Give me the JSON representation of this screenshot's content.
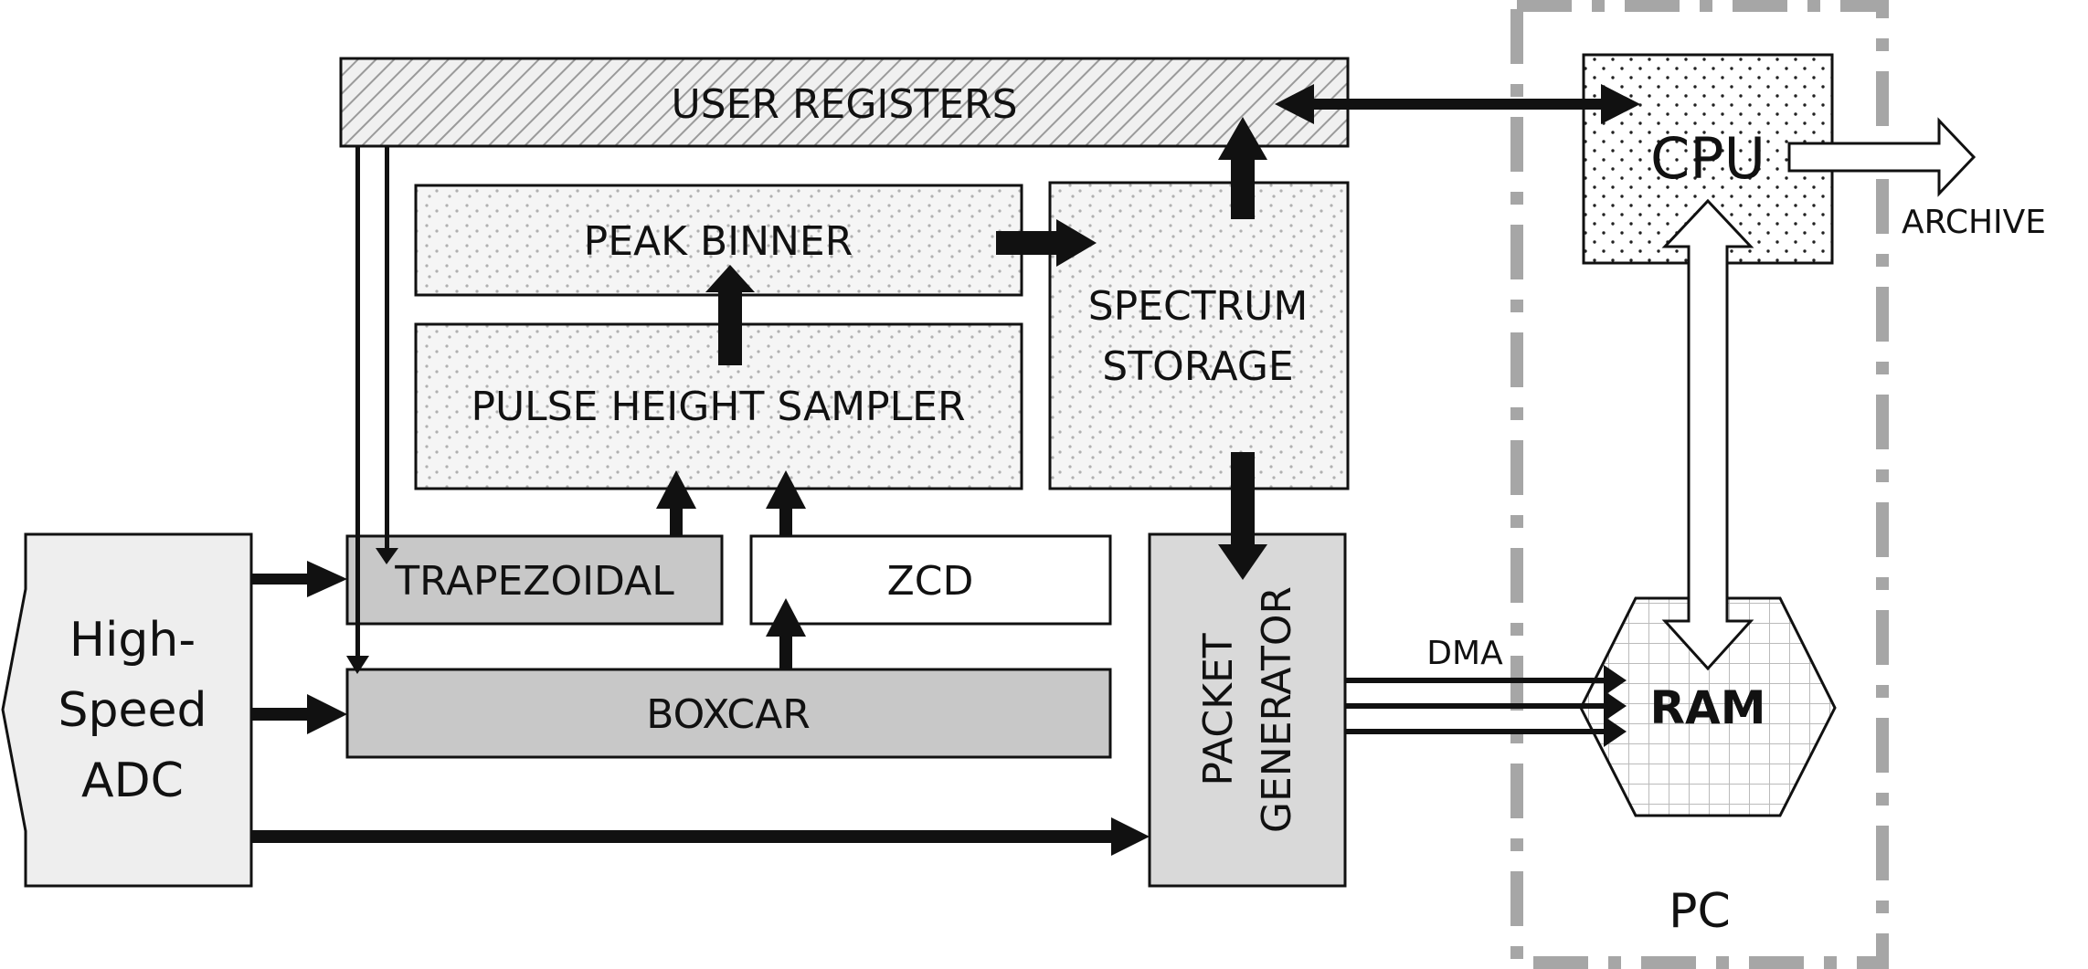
{
  "diagram": {
    "blocks": {
      "user_registers": "USER REGISTERS",
      "peak_binner": "PEAK BINNER",
      "pulse_height_sampler": "PULSE HEIGHT SAMPLER",
      "spectrum_storage_line1": "SPECTRUM",
      "spectrum_storage_line2": "STORAGE",
      "trapezoidal": "TRAPEZOIDAL",
      "zcd": "ZCD",
      "boxcar": "BOXCAR",
      "packet_generator_line1": "PACKET",
      "packet_generator_line2": "GENERATOR",
      "adc_line1": "High-",
      "adc_line2": "Speed",
      "adc_line3": "ADC",
      "cpu": "CPU",
      "ram": "RAM"
    },
    "labels": {
      "archive": "ARCHIVE",
      "dma": "DMA",
      "pc": "PC"
    },
    "colors": {
      "stroke": "#111111",
      "hatched_fill": "#e6e6e6",
      "dotted_fill": "#f2f2f2",
      "dark_block": "#c8c8c8",
      "adc_fill": "#eeeeee",
      "packet_fill": "#d9d9d9",
      "pc_boundary": "#a6a6a6"
    }
  }
}
